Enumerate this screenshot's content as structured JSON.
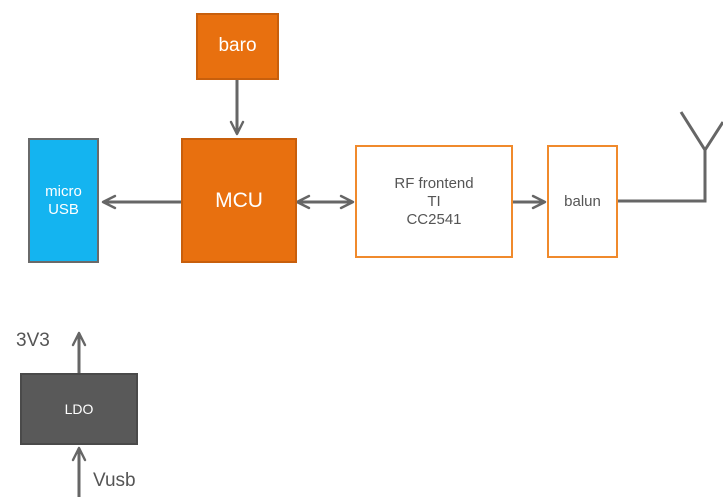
{
  "blocks": {
    "baro": "baro",
    "mcu": "MCU",
    "micro_usb": "micro\nUSB",
    "rf_frontend": "RF frontend\nTI\nCC2541",
    "balun": "balun",
    "ldo": "LDO"
  },
  "labels": {
    "v3v3": "3V3",
    "vusb": "Vusb"
  },
  "colors": {
    "orange": "#e8700f",
    "blue": "#14b4f0",
    "gray": "#595959",
    "line": "#666666"
  }
}
